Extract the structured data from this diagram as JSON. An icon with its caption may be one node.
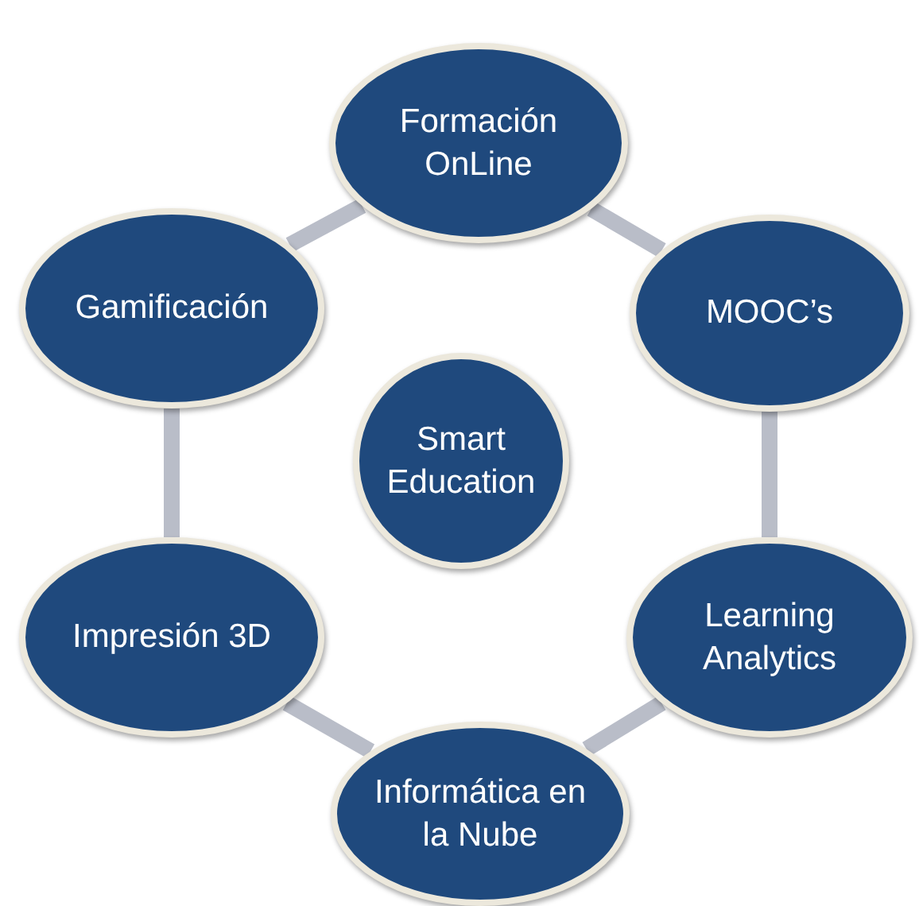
{
  "diagram": {
    "nodes": [
      {
        "text": [
          "Formación OnLine"
        ]
      },
      {
        "text": [
          "Gamificación"
        ]
      },
      {
        "text": [
          "MOOC’s"
        ]
      },
      {
        "text": [
          "Smart Education"
        ]
      },
      {
        "text": [
          "Impresión 3D"
        ]
      },
      {
        "text": [
          "Learning Analytics"
        ]
      },
      {
        "text": [
          "Informática en la Nube"
        ]
      }
    ],
    "edges": [
      {
        "from": 0,
        "to": 2,
        "arrow": "none"
      },
      {
        "from": 2,
        "to": 5,
        "arrow": "none"
      },
      {
        "from": 5,
        "to": 6,
        "arrow": "none"
      },
      {
        "from": 6,
        "to": 4,
        "arrow": "none"
      },
      {
        "from": 4,
        "to": 1,
        "arrow": "none"
      },
      {
        "from": 1,
        "to": 0,
        "arrow": "none"
      }
    ]
  }
}
